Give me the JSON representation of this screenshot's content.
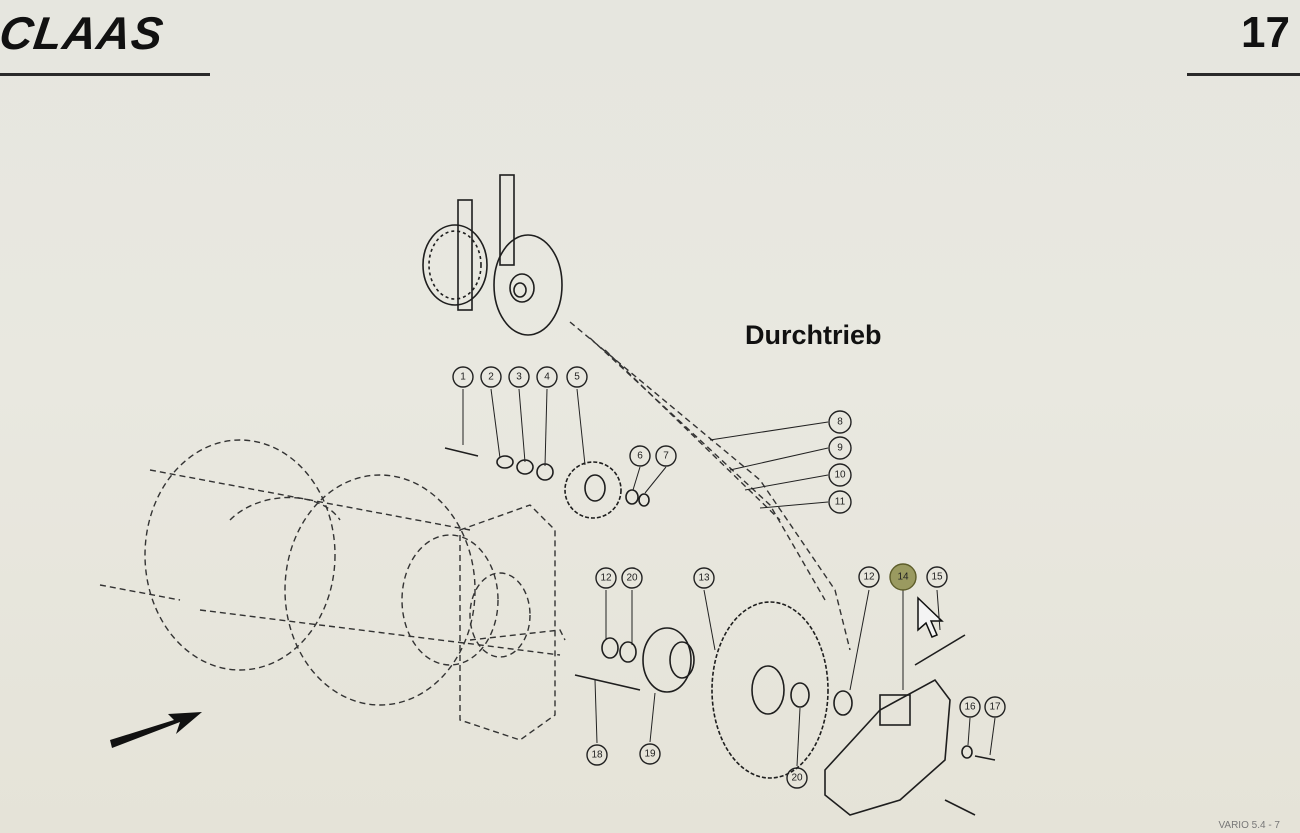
{
  "header": {
    "brand": "CLAAS",
    "page_number": "17"
  },
  "diagram": {
    "title": "Durchtrieb",
    "callouts": [
      "1",
      "2",
      "3",
      "4",
      "5",
      "6",
      "7",
      "8",
      "9",
      "10",
      "11",
      "12",
      "20",
      "13",
      "12",
      "14",
      "15",
      "16",
      "17",
      "18",
      "19",
      "20"
    ]
  },
  "footer": {
    "text": "VARIO 5.4 - 7"
  },
  "colors": {
    "highlight": "#8c8c4a",
    "line": "#222222",
    "paper": "#e8e7df"
  }
}
